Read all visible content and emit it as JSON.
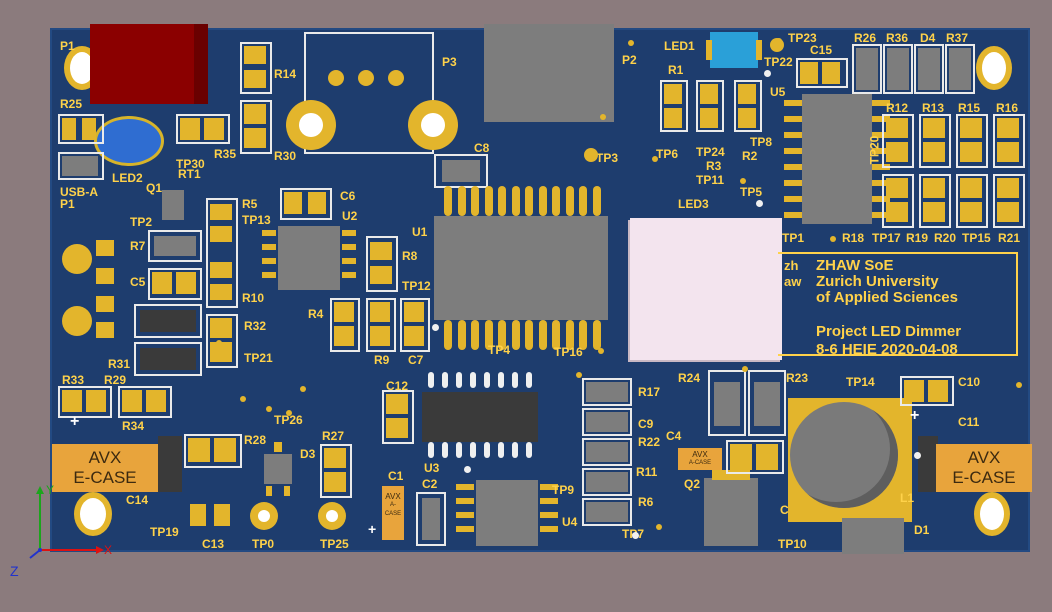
{
  "labels": {
    "P1": "P1",
    "R25": "R25",
    "USB_A": "USB-A",
    "LED2": "LED2",
    "TP30": "TP30",
    "R35": "R35",
    "R14": "R14",
    "R30": "R30",
    "P3": "P3",
    "P2": "P2",
    "C8": "C8",
    "TP3": "TP3",
    "LED1": "LED1",
    "TP23": "TP23",
    "C15": "C15",
    "TP22": "TP22",
    "R26": "R26",
    "R36": "R36",
    "D4": "D4",
    "R37": "R37",
    "R1": "R1",
    "U5": "U5",
    "TP24": "TP24",
    "TP6": "TP6",
    "R3": "R3",
    "R2": "R2",
    "TP8": "TP8",
    "TP11": "TP11",
    "TP5": "TP5",
    "LED3": "LED3",
    "TP20": "TP20",
    "R12": "R12",
    "R13": "R13",
    "R15": "R15",
    "R16": "R16",
    "TP1": "TP1",
    "R18": "R18",
    "TP17": "TP17",
    "R19": "R19",
    "R20": "R20",
    "TP15": "TP15",
    "R21": "R21",
    "Q1": "Q1",
    "RT1": "RT1",
    "R5": "R5",
    "TP13": "TP13",
    "C6": "C6",
    "U2": "U2",
    "TP2": "TP2",
    "R7": "R7",
    "C5": "C5",
    "R10": "R10",
    "R32": "R32",
    "R31": "R31",
    "TP21": "TP21",
    "U1": "U1",
    "R8": "R8",
    "TP12": "TP12",
    "R4": "R4",
    "R9": "R9",
    "C7": "C7",
    "TP4": "TP4",
    "TP16": "TP16",
    "R33": "R33",
    "R29": "R29",
    "R34": "R34",
    "C12": "C12",
    "TP26": "TP26",
    "R28": "R28",
    "R27": "R27",
    "D3": "D3",
    "C14": "C14",
    "TP19": "TP19",
    "C13": "C13",
    "TP0": "TP0",
    "TP25": "TP25",
    "C1": "C1",
    "C2": "C2",
    "U3": "U3",
    "TP9": "TP9",
    "U4": "U4",
    "R17": "R17",
    "C9": "C9",
    "R22": "R22",
    "C4": "C4",
    "R11": "R11",
    "Q2": "Q2",
    "R6": "R6",
    "TP7": "TP7",
    "R24": "R24",
    "R23": "R23",
    "TP14": "TP14",
    "C10": "C10",
    "C11": "C11",
    "C3": "C3",
    "L1": "L1",
    "D1": "D1",
    "TP10": "TP10"
  },
  "avx_caps": {
    "left": {
      "line1": "AVX",
      "line2": "E-CASE",
      "plus": "+"
    },
    "right": {
      "line1": "AVX",
      "line2": "E-CASE",
      "plus": "+"
    },
    "small_left": {
      "line1": "AVX",
      "line2": "A-CASE",
      "plus": "+"
    },
    "small_right": {
      "line1": "AVX",
      "line2": "A-CASE"
    }
  },
  "logo": {
    "mark_line1": "zh",
    "mark_line2": "aw",
    "line1": "ZHAW SoE",
    "line2": "Zurich University",
    "line3": "of Applied Sciences"
  },
  "project": {
    "title": "Project LED Dimmer",
    "subtitle": "8-6 HEIE  2020-04-08"
  },
  "axes": {
    "x": "X",
    "y": "Y",
    "z": "Z"
  },
  "colors": {
    "board": "#1e3d6e",
    "copper": "#e3b52c",
    "silkscreen": "#ffd24a",
    "background": "#8b7b7d"
  }
}
